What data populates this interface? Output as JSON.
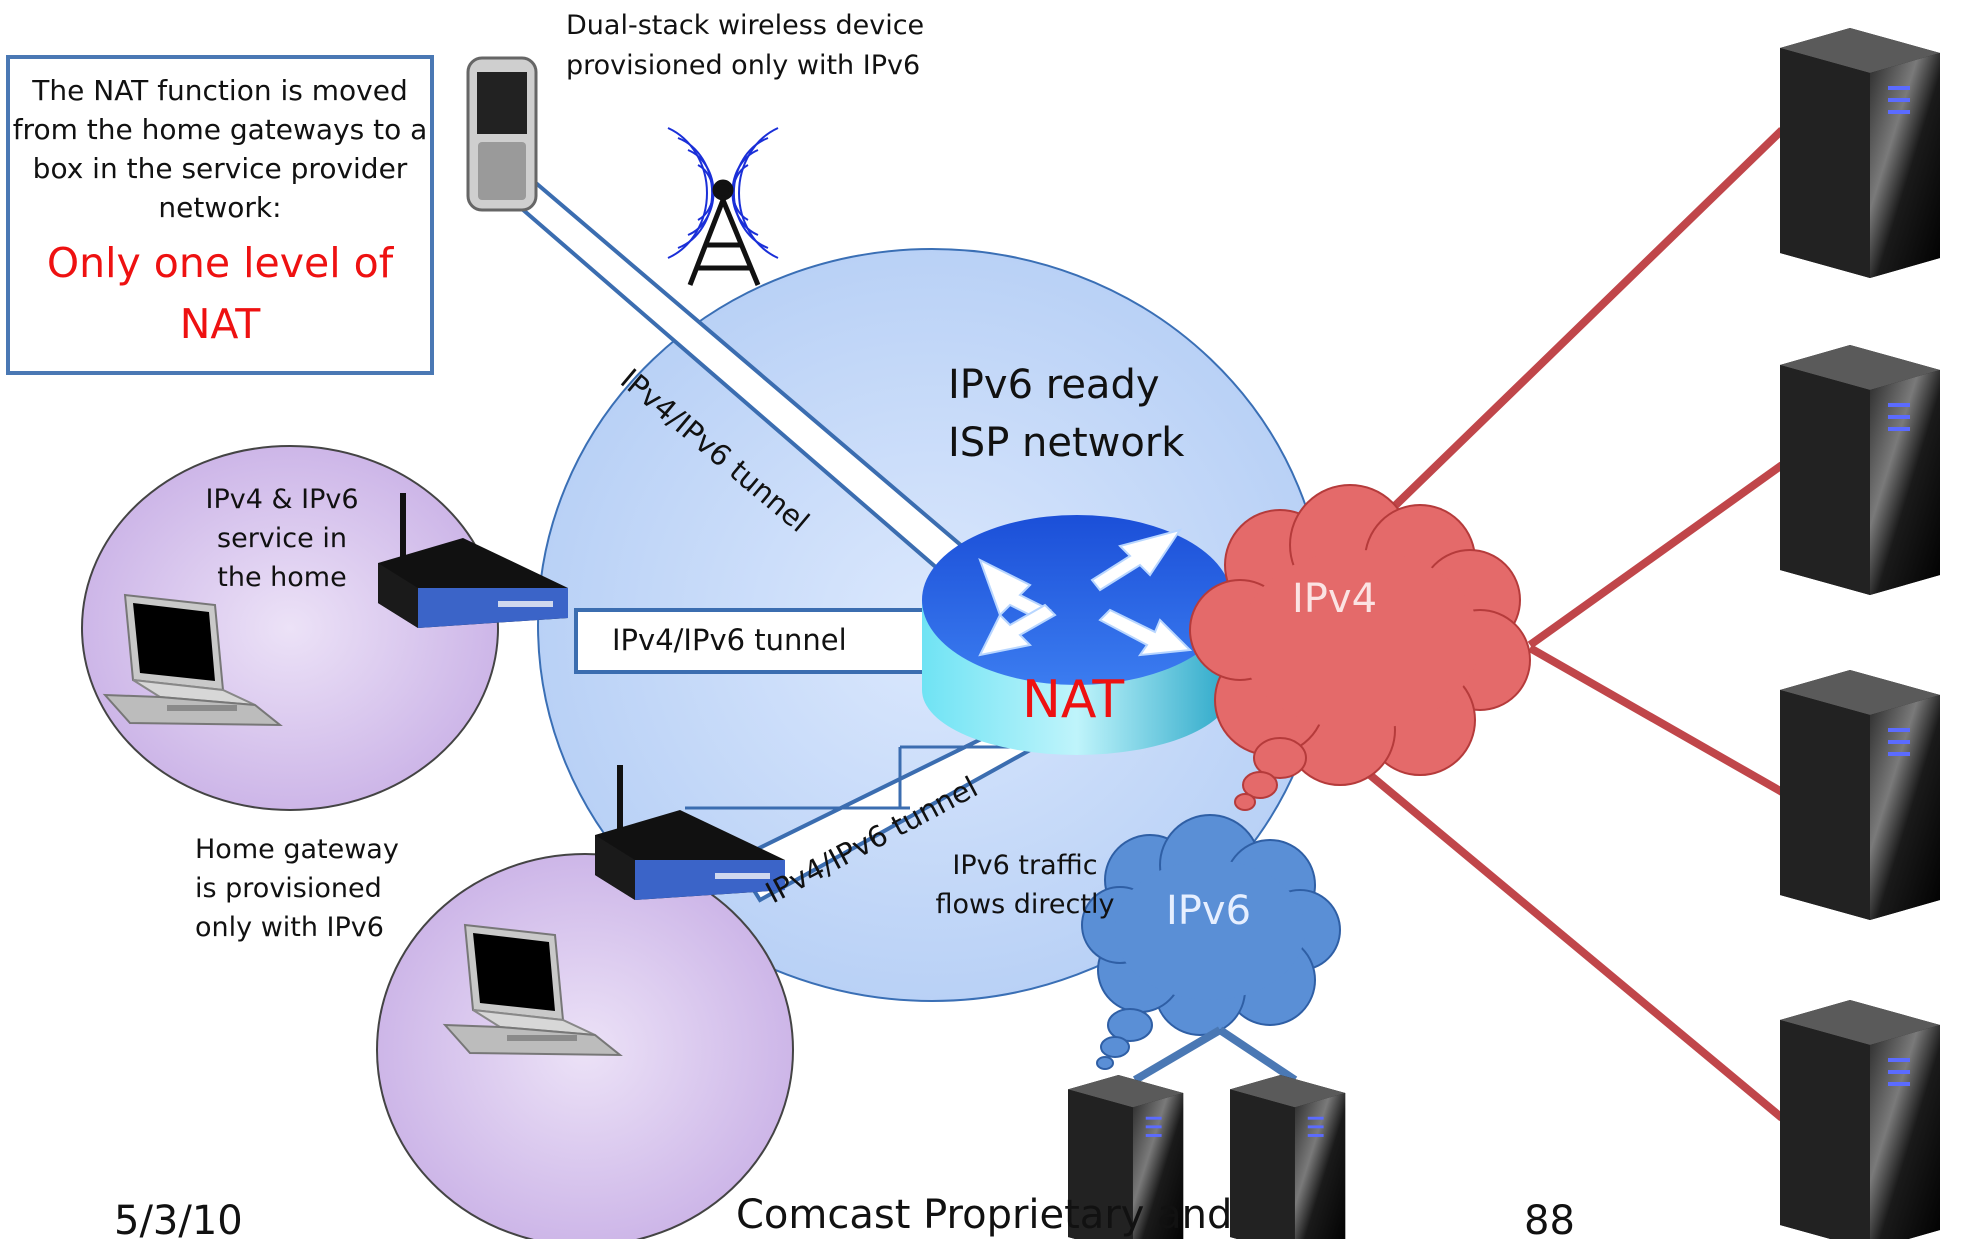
{
  "note": {
    "lines": [
      "The NAT function is moved",
      "from the home gateways to a",
      "box in the service provider",
      "network:"
    ],
    "highlight_lines": [
      "Only one level of",
      "NAT"
    ],
    "highlight_color": "#ee1111",
    "border_color": "#4a78b4"
  },
  "labels": {
    "wireless_device": [
      "Dual-stack wireless device",
      "provisioned only with IPv6"
    ],
    "isp_network": [
      "IPv6 ready",
      "ISP network"
    ],
    "home_service": [
      "IPv4 & IPv6",
      "service in",
      "the home"
    ],
    "home_gateway": [
      "Home gateway",
      "is provisioned",
      "only with IPv6"
    ],
    "ipv6_traffic": [
      "IPv6 traffic",
      "flows directly"
    ],
    "tunnel_mobile": "IPv4/IPv6 tunnel",
    "tunnel_home1": "IPv4/IPv6 tunnel",
    "tunnel_home2": "IPv4/IPv6 tunnel",
    "nat": "NAT",
    "cloud_ipv4": "IPv4",
    "cloud_ipv6": "IPv6"
  },
  "footer": {
    "date": "5/3/10",
    "center": "Comcast Proprietary and",
    "page": "88"
  },
  "colors": {
    "isp_circle": "#cfe0fb",
    "home_circle": "#dccbee",
    "ipv4_cloud": "#e86a6a",
    "ipv6_cloud": "#5a8fd6",
    "ipv4_links": "#c0464a",
    "ipv6_links": "#4a78b4",
    "nat_red": "#ee1111"
  },
  "icons": [
    "mobile-phone-icon",
    "cell-tower-icon",
    "router-icon",
    "laptop-icon",
    "server-icon",
    "nat-router-icon",
    "cloud-icon"
  ]
}
